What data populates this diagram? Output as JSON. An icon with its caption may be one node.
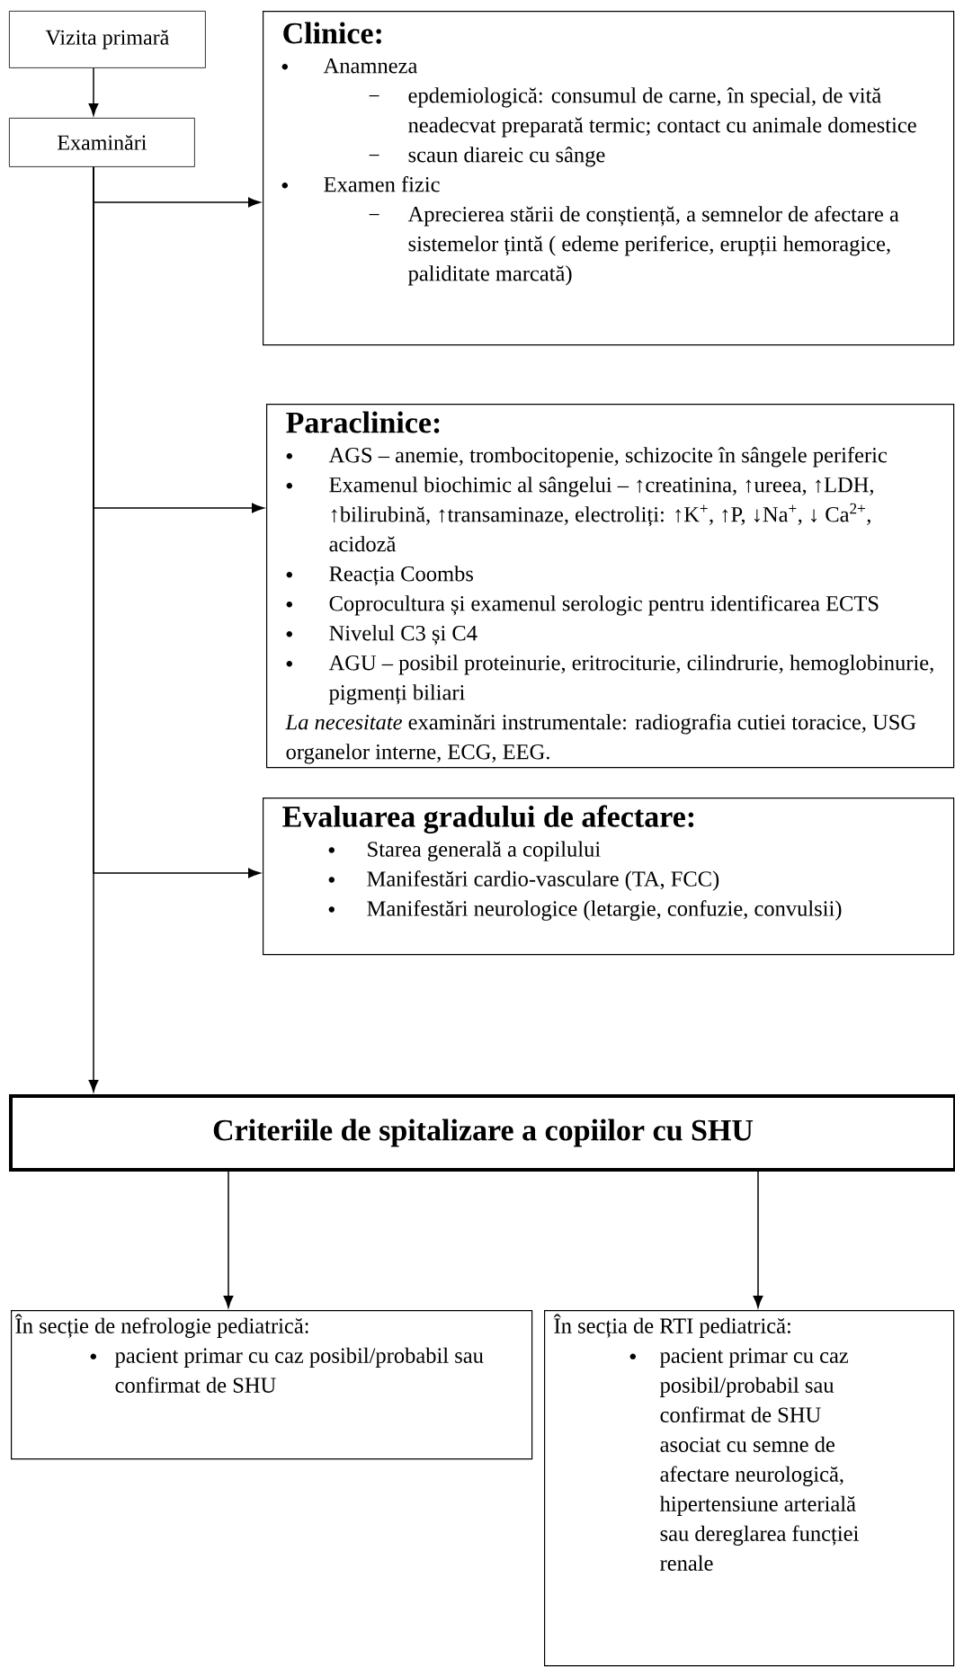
{
  "diagram": {
    "nodes": [
      {
        "text": [
          "Vizita primară"
        ]
      },
      {
        "text": [
          "Examinări"
        ]
      },
      {
        "text": [
          "Clinice:",
          "Anamneza",
          "epdemiologică: consumul de carne, în special, de vită neadecvat preparată termic; contact cu animale domestice",
          "scaun diareic cu sânge",
          "Examen fizic",
          "Aprecierea stării de conștiență, a semnelor de afectare a sistemelor țintă ( edeme periferice, erupții hemoragice, paliditate marcată)"
        ]
      },
      {
        "text": [
          "Paraclinice:",
          "AGS – anemie, trombocitopenie, schizocite în sângele periferic",
          "Examenul biochimic al sângelui – ↑creatinina, ↑ureea, ↑LDH, ↑bilirubină, ↑transaminaze, electroliți: ↑K$^{+}$, ↑P, ↓Na$^{+}$, ↓ Ca$^{2+}$, acidoză",
          "Reacția Coombs",
          "Coprocultura și examenul serologic pentru identificarea ECTS",
          "Nivelul C3 și C4",
          "AGU – posibil proteinurie, eritrociturie, cilindrurie, hemoglobinurie, pigmenți biliari",
          "*La necesitate* examinări instrumentale: radiografia cutiei toracice, USG organelor interne, ECG, EEG."
        ]
      },
      {
        "text": [
          "Evaluarea gradului de afectare:",
          "Starea generală a copilului",
          "Manifestări cardio-vasculare (TA, FCC)",
          "Manifestări neurologice (letargie, confuzie, convulsii)"
        ]
      },
      {
        "text": [
          "Criteriile de spitalizare a copiilor cu SHU"
        ]
      },
      {
        "text": [
          "În secție de nefrologie pediatrică:",
          "pacient primar cu caz posibil/probabil sau confirmat de SHU"
        ]
      },
      {
        "text": [
          "În secția de RTI pediatrică:",
          "pacient primar cu caz posibil/probabil sau confirmat de SHU asociat cu semne de afectare neurologică, hipertensiune arterială sau dereglarea funcției renale"
        ]
      }
    ],
    "edges": [
      {
        "from": 0,
        "to": 1,
        "arrow": "to"
      },
      {
        "from": 1,
        "to": 2,
        "arrow": "to"
      },
      {
        "from": 1,
        "to": 3,
        "arrow": "to"
      },
      {
        "from": 1,
        "to": 4,
        "arrow": "to"
      },
      {
        "from": 1,
        "to": 5,
        "arrow": "to"
      },
      {
        "from": 5,
        "to": 6,
        "arrow": "to"
      },
      {
        "from": 5,
        "to": 7,
        "arrow": "to"
      }
    ]
  }
}
